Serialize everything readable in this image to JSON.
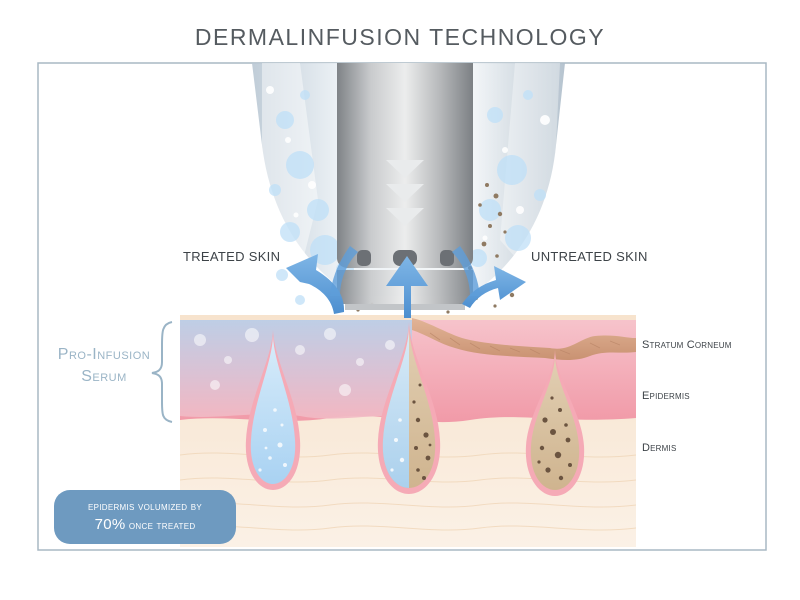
{
  "title": "DERMALINFUSION TECHNOLOGY",
  "labels": {
    "treated": "TREATED SKIN",
    "untreated": "UNTREATED SKIN"
  },
  "layers": {
    "stratum_corneum": "Stratum Corneum",
    "epidermis": "Epidermis",
    "dermis": "Dermis"
  },
  "serum_label": {
    "line1": "Pro-Infusion",
    "line2": "Serum"
  },
  "badge": {
    "line1": "epidermis volumized by",
    "percent": "70%",
    "line2_rest": "once treated"
  },
  "colors": {
    "title": "#555b60",
    "serum_label": "#9ab4c6",
    "badge": "#6e9ac0",
    "arrow": "#5b9bd5",
    "epidermis": "#f0a8b3",
    "dermis": "#f6e1c9",
    "stratum": "#d9a98a",
    "device": "#a9acaf"
  }
}
